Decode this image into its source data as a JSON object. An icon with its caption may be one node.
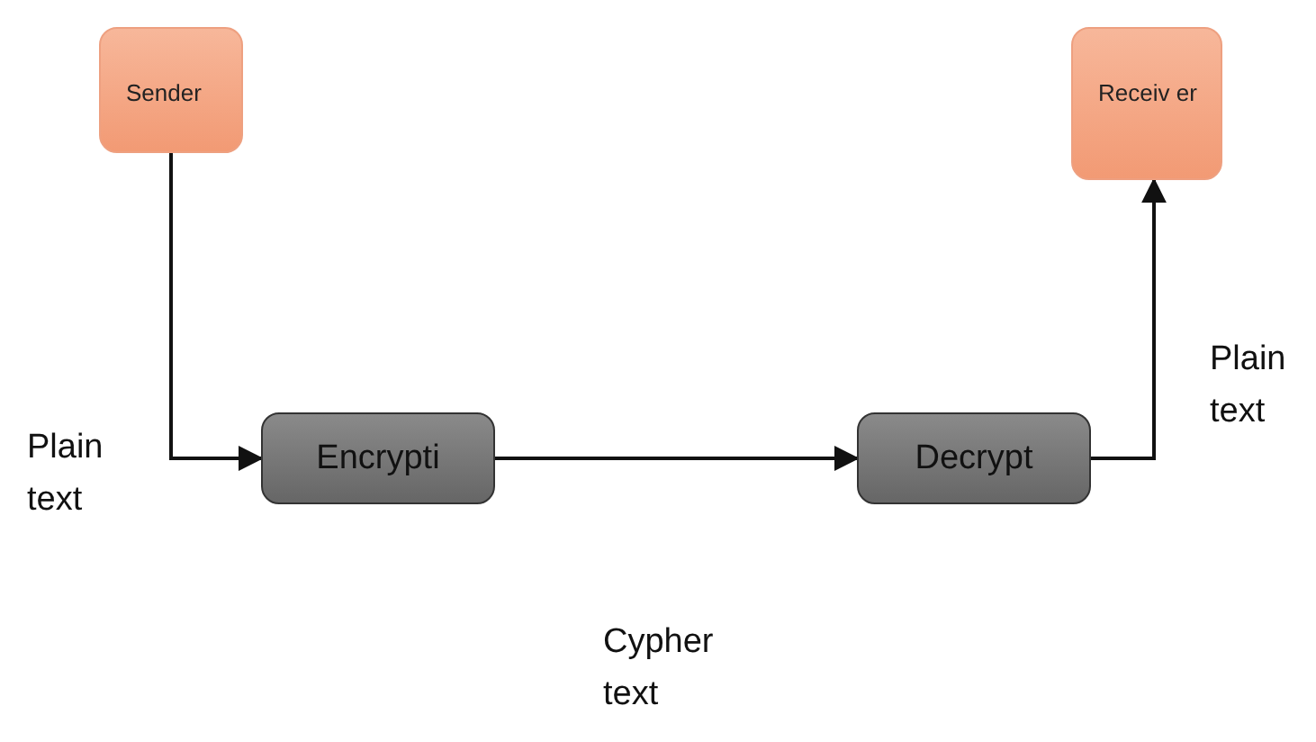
{
  "diagram": {
    "nodes": [
      {
        "text": [
          "Sender"
        ]
      },
      {
        "text": [
          "Receiv er"
        ]
      },
      {
        "text": [
          "Encrypti"
        ]
      },
      {
        "text": [
          "Decrypt"
        ]
      }
    ],
    "edges": [
      {
        "from": 0,
        "to": 2,
        "arrow": "to"
      },
      {
        "from": 2,
        "to": 3,
        "arrow": "to"
      },
      {
        "from": 3,
        "to": 1,
        "arrow": "to"
      }
    ],
    "labels": [
      "Plain text",
      "Plain text",
      "Cypher text"
    ]
  }
}
